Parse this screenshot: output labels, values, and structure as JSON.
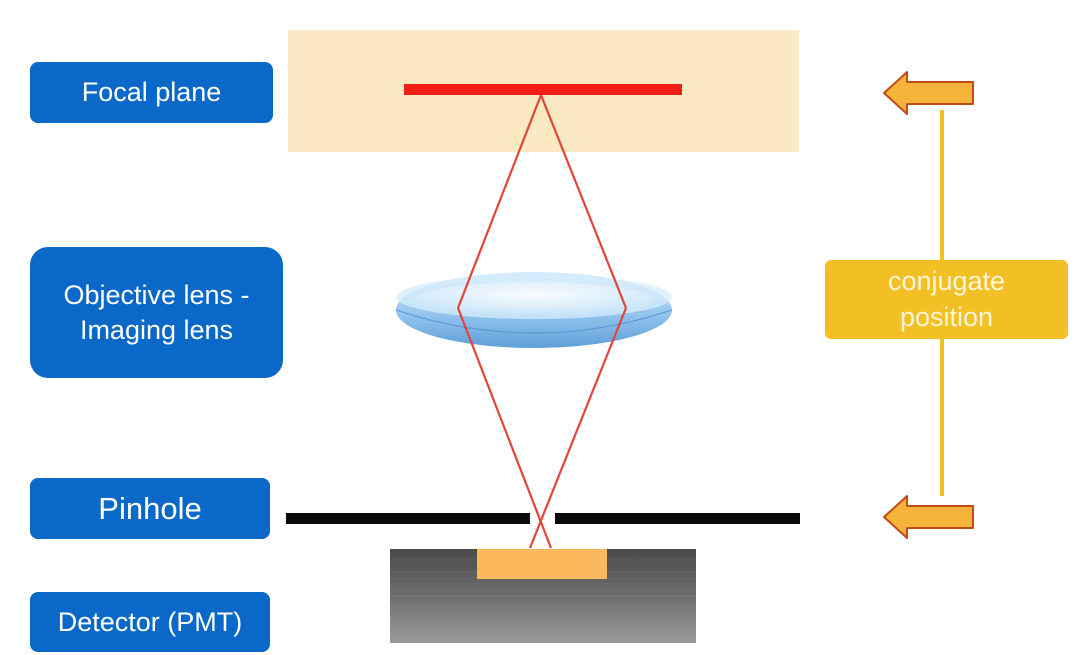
{
  "labels": {
    "focal_plane": "Focal plane",
    "objective_lens": "Objective lens -\nImaging lens",
    "pinhole": "Pinhole",
    "detector": "Detector (PMT)",
    "conjugate": "conjugate\nposition"
  },
  "colors": {
    "label_blue": "#0a68c8",
    "focal_band": "#fbe9c4",
    "focal_line": "#f01e14",
    "ray": "#e0453a",
    "lens": "#9ccbf0",
    "pinhole": "#0a0a0a",
    "detector_body": "#6a6a6a",
    "detector_sensor": "#fbb85c",
    "conjugate_yellow": "#f2c025",
    "arrow_fill": "#f6b33a",
    "arrow_stroke": "#c24a16"
  },
  "icons": {
    "upper_arrow": "left-arrow-icon",
    "lower_arrow": "left-arrow-icon"
  }
}
